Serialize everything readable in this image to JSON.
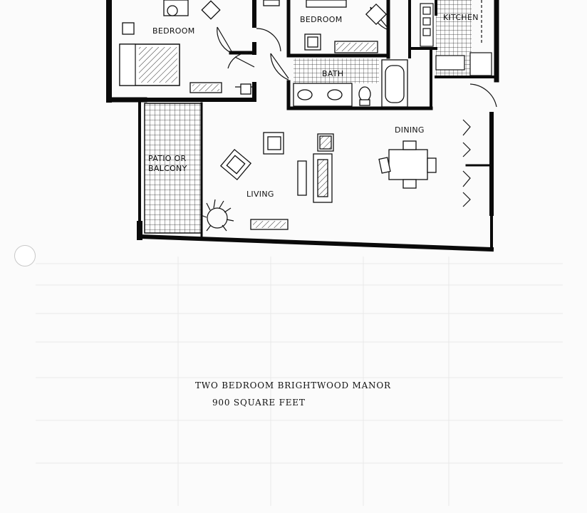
{
  "floor_plan": {
    "rooms": {
      "bedroom_1": "BEDROOM",
      "bedroom_2": "BEDROOM",
      "kitchen": "KITCHEN",
      "bath": "BATH",
      "dining": "DINING",
      "patio_line1": "PATIO OR",
      "patio_line2": "BALCONY",
      "living": "LIVING"
    }
  },
  "caption": {
    "title": "TWO BEDROOM BRIGHTWOOD MANOR",
    "area": "900 SQUARE FEET"
  }
}
